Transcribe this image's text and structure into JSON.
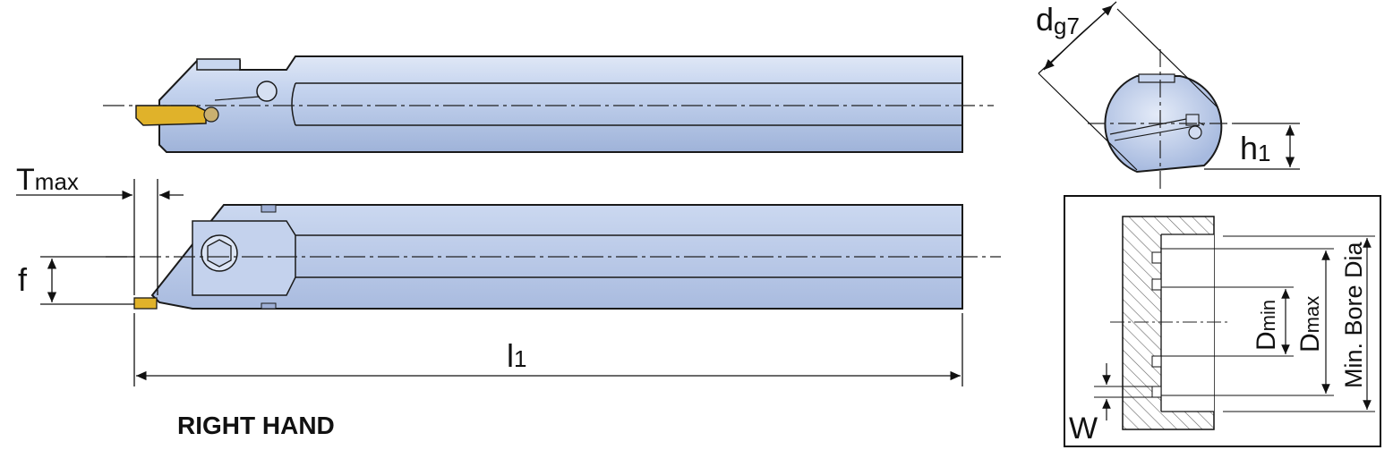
{
  "labels": {
    "tmax_main": "T",
    "tmax_sub": "max",
    "f": "f",
    "l1_main": "l",
    "l1_sub": "1",
    "dg7_main": "d",
    "dg7_sub": "g7",
    "h1_main": "h",
    "h1_sub": "1",
    "dmin_main": "D",
    "dmin_sub": "min",
    "dmax_main": "D",
    "dmax_sub": "max",
    "min_bore_dia": "Min. Bore Dia",
    "w": "W",
    "caption": "RIGHT HAND"
  },
  "colors": {
    "body_fill": "#b9c9e6",
    "body_fill_light": "#d6e0f2",
    "outline": "#1a1a1a",
    "insert": "#e0b22a",
    "hatch": "#555555"
  }
}
